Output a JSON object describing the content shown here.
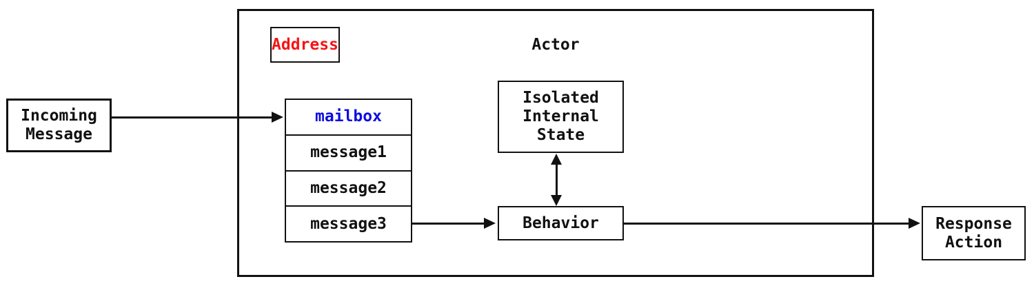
{
  "colors": {
    "line": "#111111",
    "address_text": "#f51414",
    "mailbox_text": "#0d0de0",
    "background": "#ffffff"
  },
  "nodes": {
    "incoming_message": {
      "label": "Incoming\nMessage"
    },
    "actor": {
      "label": "Actor",
      "address_label": "Address",
      "mailbox": {
        "rows": [
          "mailbox",
          "message1",
          "message2",
          "message3"
        ]
      },
      "isolated_internal_state": {
        "label": "Isolated\nInternal\nState"
      },
      "behavior": {
        "label": "Behavior"
      }
    },
    "response_action": {
      "label": "Response\nAction"
    }
  },
  "edges": [
    {
      "from": "incoming-message",
      "to": "mailbox",
      "direction": "right"
    },
    {
      "from": "mailbox-message3",
      "to": "behavior",
      "direction": "right"
    },
    {
      "from": "behavior",
      "to": "isolated-internal-state",
      "direction": "bidirectional"
    },
    {
      "from": "behavior",
      "to": "response-action",
      "direction": "right"
    }
  ]
}
